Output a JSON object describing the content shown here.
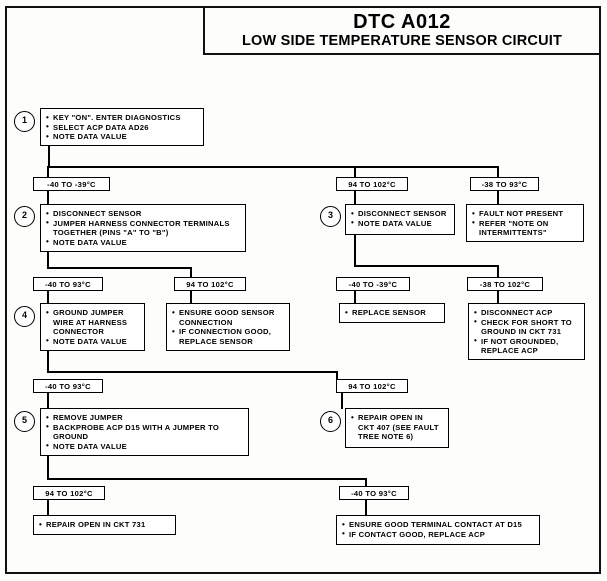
{
  "title": {
    "code": "DTC A012",
    "name": "LOW SIDE TEMPERATURE SENSOR CIRCUIT"
  },
  "steps": [
    {
      "number": "1",
      "lines": [
        "KEY \"ON\". ENTER DIAGNOSTICS",
        "SELECT ACP DATA AD26",
        "NOTE DATA VALUE"
      ]
    },
    {
      "number": "2",
      "lines": [
        "DISCONNECT SENSOR",
        "JUMPER HARNESS CONNECTOR TERMINALS\nTOGETHER (PINS \"A\" TO \"B\")",
        "NOTE DATA VALUE"
      ]
    },
    {
      "number": "3",
      "lines": [
        "DISCONNECT SENSOR",
        "NOTE DATA VALUE"
      ]
    },
    {
      "number": "4",
      "lines": [
        "GROUND JUMPER\nWIRE AT HARNESS\nCONNECTOR",
        "NOTE DATA VALUE"
      ]
    },
    {
      "number": "5",
      "lines": [
        "REMOVE JUMPER",
        "BACKPROBE ACP D15 WITH A JUMPER TO\nGROUND",
        "NOTE DATA VALUE"
      ]
    },
    {
      "number": "6",
      "lines": [
        "REPAIR OPEN IN\nCKT 407 (SEE FAULT\nTREE NOTE 6)"
      ]
    }
  ],
  "actions": {
    "fault_not_present": [
      "FAULT NOT PRESENT",
      "REFER \"NOTE ON\nINTERMITTENTS\""
    ],
    "ensure_good_sensor": [
      "ENSURE GOOD SENSOR\nCONNECTION",
      "IF CONNECTION GOOD,\nREPLACE SENSOR"
    ],
    "replace_sensor": [
      "REPLACE SENSOR"
    ],
    "disconnect_acp": [
      "DISCONNECT ACP",
      "CHECK FOR SHORT TO\nGROUND IN CKT 731",
      "IF NOT GROUNDED,\nREPLACE ACP"
    ],
    "repair_open_731": [
      "REPAIR OPEN IN CKT 731"
    ],
    "ensure_terminal_contact": [
      "ENSURE GOOD TERMINAL CONTACT AT D15",
      "IF CONTACT GOOD, REPLACE ACP"
    ]
  },
  "conditions": {
    "r1_left": "-40 TO -39°C",
    "r1_mid": "94 TO 102°C",
    "r1_right": "-38 TO 93°C",
    "r2_left": "-40 TO 93°C",
    "r2_mid": "94 TO 102°C",
    "r2_right_a": "-40 TO -39°C",
    "r2_right_b": "-38 TO 102°C",
    "r3_left": "-40 TO 93°C",
    "r3_right": "94 TO 102°C",
    "r4_left": "94 TO 102°C",
    "r4_right": "-40 TO 93°C"
  }
}
